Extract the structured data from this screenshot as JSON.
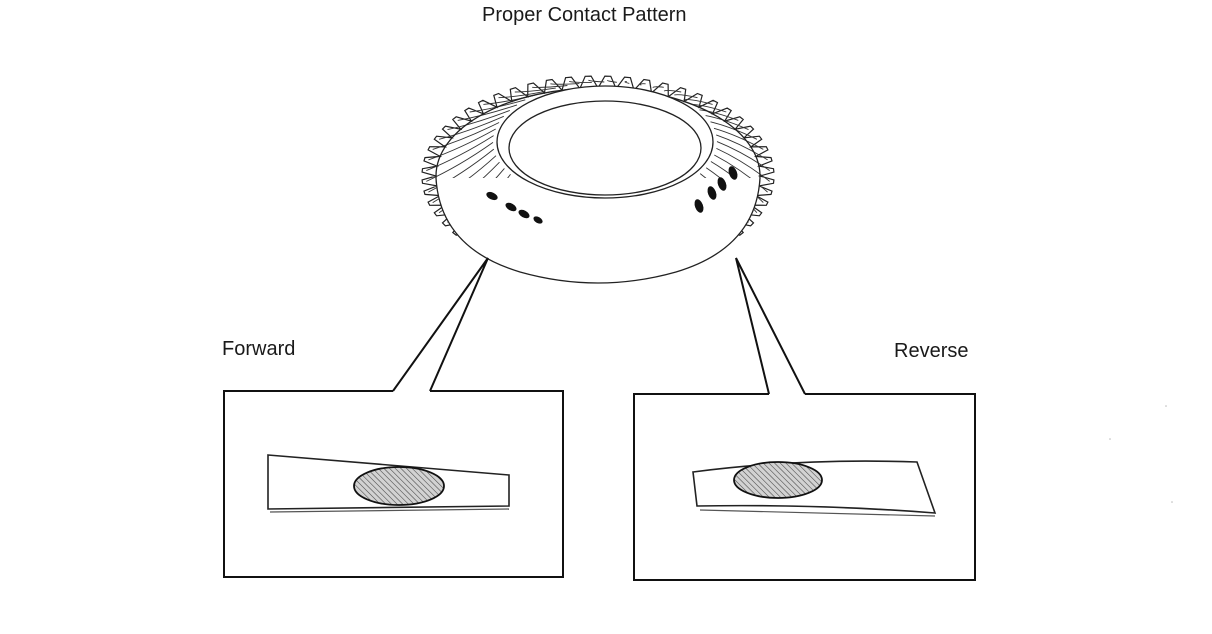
{
  "diagram": {
    "title": "Proper Contact Pattern",
    "forward_label": "Forward",
    "reverse_label": "Reverse"
  }
}
